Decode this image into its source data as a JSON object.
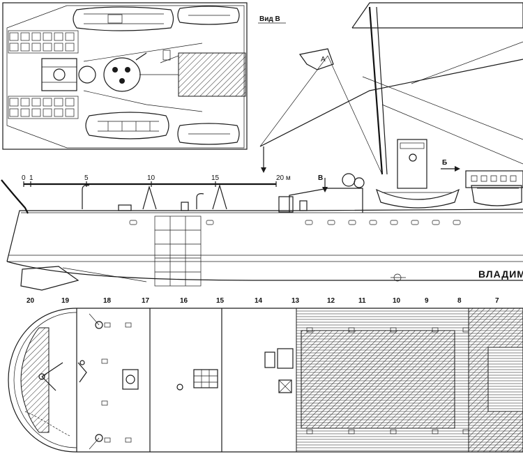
{
  "view_label": "Вид В",
  "scale": {
    "ticks": [
      "0",
      "1",
      "5",
      "10",
      "15",
      "20 м"
    ]
  },
  "markers": {
    "view_arrow": "В",
    "section_arrow": "Б",
    "flag_mark": "А"
  },
  "hull_name": "ВЛАДИМ",
  "frames": [
    "20",
    "19",
    "18",
    "17",
    "16",
    "15",
    "14",
    "13",
    "12",
    "11",
    "10",
    "9",
    "8",
    "7"
  ],
  "icons": {
    "lifeboat": "lifeboat-icon",
    "anchor": "anchor-icon",
    "capstan": "capstan-icon",
    "funnel": "funnel-icon",
    "mast": "mast-icon"
  }
}
